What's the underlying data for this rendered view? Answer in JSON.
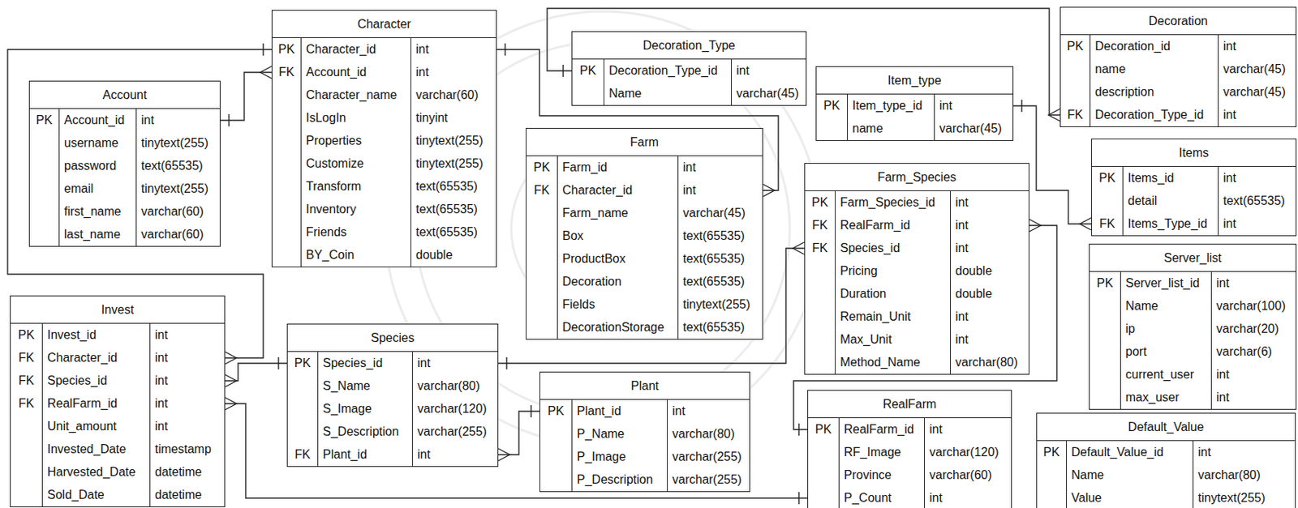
{
  "diagram": {
    "nodes": [
      {
        "text": [
          "Character",
          "PK",
          "Character_id",
          "int",
          "FK",
          "Account_id",
          "int",
          "Character_name",
          "varchar(60)",
          "IsLogIn",
          "tinyint",
          "Properties",
          "tinytext(255)",
          "Customize",
          "tinytext(255)",
          "Transform",
          "text(65535)",
          "Inventory",
          "text(65535)",
          "Friends",
          "text(65535)",
          "BY_Coin",
          "double"
        ]
      },
      {
        "text": [
          "Decoration_Type",
          "PK",
          "Decoration_Type_id",
          "int",
          "Name",
          "varchar(45)"
        ]
      },
      {
        "text": [
          "Decoration",
          "PK",
          "Decoration_id",
          "int",
          "name",
          "varchar(45)",
          "description",
          "varchar(45)",
          "FK",
          "Decoration_Type_id",
          "int"
        ]
      },
      {
        "text": [
          "Account",
          "PK",
          "Account_id",
          "int",
          "username",
          "tinytext(255)",
          "password",
          "text(65535)",
          "email",
          "tinytext(255)",
          "first_name",
          "varchar(60)",
          "last_name",
          "varchar(60)"
        ]
      },
      {
        "text": [
          "Item_type",
          "PK",
          "Item_type_id",
          "int",
          "name",
          "varchar(45)"
        ]
      },
      {
        "text": [
          "Farm",
          "PK",
          "Farm_id",
          "int",
          "FK",
          "Character_id",
          "int",
          "Farm_name",
          "varchar(45)",
          "Box",
          "text(65535)",
          "ProductBox",
          "text(65535)",
          "Decoration",
          "text(65535)",
          "Fields",
          "tinytext(255)",
          "DecorationStorage",
          "text(65535)"
        ]
      },
      {
        "text": [
          "Items",
          "PK",
          "Items_id",
          "int",
          "detail",
          "text(65535)",
          "FK",
          "Items_Type_id",
          "int"
        ]
      },
      {
        "text": [
          "Farm_Species",
          "PK",
          "Farm_Species_id",
          "int",
          "FK",
          "RealFarm_id",
          "int",
          "FK",
          "Species_id",
          "int",
          "Pricing",
          "double",
          "Duration",
          "double",
          "Remain_Unit",
          "int",
          "Max_Unit",
          "int",
          "Method_Name",
          "varchar(80)"
        ]
      },
      {
        "text": [
          "Server_list",
          "PK",
          "Server_list_id",
          "int",
          "Name",
          "varchar(100)",
          "ip",
          "varchar(20)",
          "port",
          "varchar(6)",
          "current_user",
          "int",
          "max_user",
          "int"
        ]
      },
      {
        "text": [
          "Invest",
          "PK",
          "Invest_id",
          "int",
          "FK",
          "Character_id",
          "int",
          "FK",
          "Species_id",
          "int",
          "FK",
          "RealFarm_id",
          "int",
          "Unit_amount",
          "int",
          "Invested_Date",
          "timestamp",
          "Harvested_Date",
          "datetime",
          "Sold_Date",
          "datetime"
        ]
      },
      {
        "text": [
          "Species",
          "PK",
          "Species_id",
          "int",
          "S_Name",
          "varchar(80)",
          "S_Image",
          "varchar(120)",
          "S_Description",
          "varchar(255)",
          "FK",
          "Plant_id",
          "int"
        ]
      },
      {
        "text": [
          "Plant",
          "PK",
          "Plant_id",
          "int",
          "P_Name",
          "varchar(80)",
          "P_Image",
          "varchar(255)",
          "P_Description",
          "varchar(255)"
        ]
      },
      {
        "text": [
          "RealFarm",
          "PK",
          "RealFarm_id",
          "int",
          "RF_Image",
          "varchar(120)",
          "Province",
          "varchar(60)",
          "P_Count",
          "int"
        ]
      },
      {
        "text": [
          "Default_Value",
          "PK",
          "Default_Value_id",
          "int",
          "Name",
          "varchar(80)",
          "Value",
          "tinytext(255)"
        ]
      }
    ],
    "edges": [
      {
        "from": 3,
        "to": 0,
        "arrow": "both"
      },
      {
        "from": 0,
        "to": 9,
        "arrow": "both"
      },
      {
        "from": 0,
        "to": 5,
        "arrow": "both"
      },
      {
        "from": 1,
        "to": 2,
        "arrow": "both"
      },
      {
        "from": 4,
        "to": 6,
        "arrow": "both"
      },
      {
        "from": 10,
        "to": 9,
        "arrow": "both"
      },
      {
        "from": 10,
        "to": 7,
        "arrow": "both"
      },
      {
        "from": 12,
        "to": 7,
        "arrow": "both"
      },
      {
        "from": 12,
        "to": 9,
        "arrow": "both"
      },
      {
        "from": 11,
        "to": 10,
        "arrow": "both"
      }
    ]
  }
}
